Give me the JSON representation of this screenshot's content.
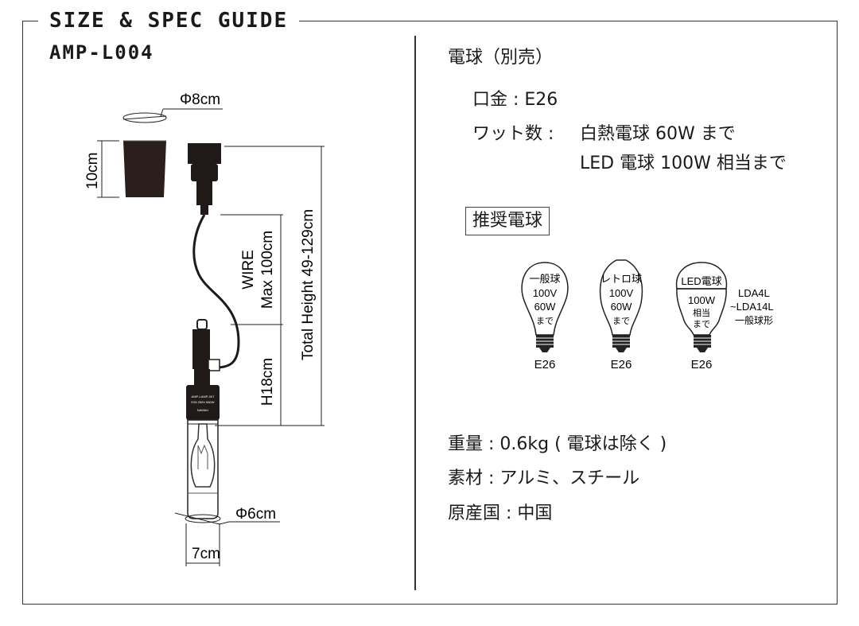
{
  "header": {
    "title": "SIZE & SPEC GUIDE",
    "model": "AMP-L004"
  },
  "dimensions": {
    "shade_diameter": "Φ8cm",
    "shade_height": "10cm",
    "wire": "WIRE",
    "wire_max": "Max 100cm",
    "total_height": "Total Height 49-129cm",
    "body_height": "H18cm",
    "glass_diameter": "Φ6cm",
    "width": "7cm",
    "socket_label_line1": "AMP-LAMP-007",
    "socket_label_line2": "E26 250V 660W",
    "socket_label_line3": "NAMAU"
  },
  "specs": {
    "bulb_heading": "電球（別売）",
    "base": "口金 : E26",
    "wattage_label": "ワット数 :",
    "wattage_line1": "白熱電球 60W まで",
    "wattage_line2": "LED 電球 100W 相当まで",
    "recommended": "推奨電球",
    "weight": "重量 : 0.6kg ( 電球は除く )",
    "material": "素材 : アルミ、スチール",
    "origin": "原産国 : 中国"
  },
  "bulbs": [
    {
      "line1": "一般球",
      "line2": "100V",
      "line3": "60W",
      "line4": "まで",
      "base": "E26"
    },
    {
      "line1": "レトロ球",
      "line2": "100V",
      "line3": "60W",
      "line4": "まで",
      "base": "E26"
    },
    {
      "line1": "LED電球",
      "line2": "100W",
      "line3": "相当",
      "line4": "まで",
      "base": "E26"
    }
  ],
  "led_models": {
    "line1": "LDA4L",
    "line2": "~LDA14L",
    "line3": "一般球形"
  }
}
